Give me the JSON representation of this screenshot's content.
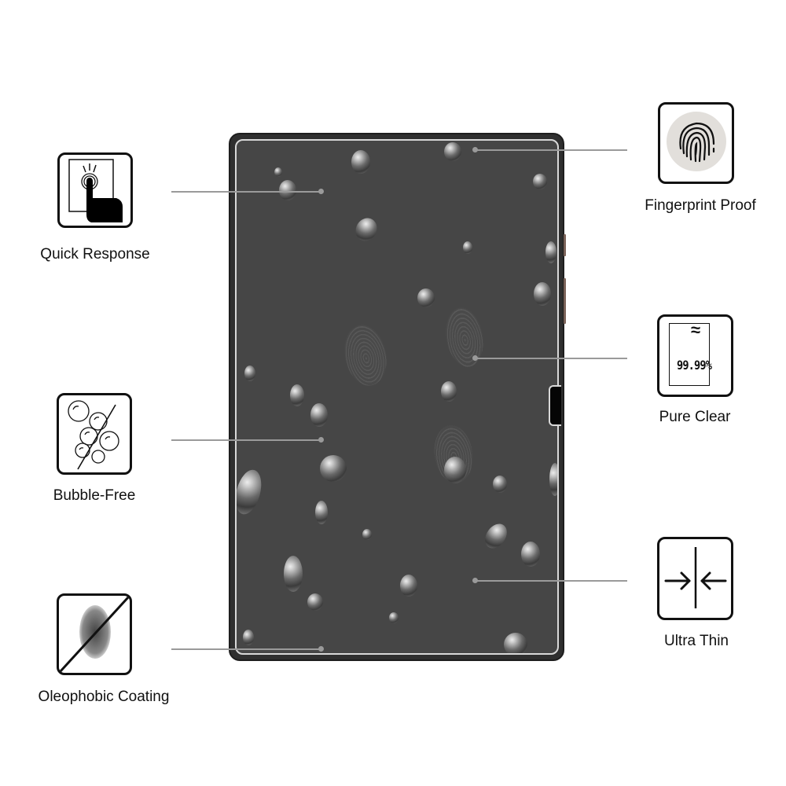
{
  "features": {
    "quick_response": {
      "label": "Quick Response",
      "icon": "touch-finger-icon"
    },
    "bubble_free": {
      "label": "Bubble-Free",
      "icon": "bubbles-crossed-icon"
    },
    "oleophobic": {
      "label": "Oleophobic Coating",
      "icon": "fingerprint-crossed-icon"
    },
    "fingerprint_proof": {
      "label": "Fingerprint Proof",
      "icon": "fingerprint-icon"
    },
    "pure_clear": {
      "label": "Pure Clear",
      "icon": "transparency-icon",
      "value": "99.99%"
    },
    "ultra_thin": {
      "label": "Ultra Thin",
      "icon": "arrows-inward-icon"
    }
  },
  "colors": {
    "leader_line": "#9a9a9a",
    "screen": "#464646",
    "bezel": "#2f2f2f",
    "icon_stroke": "#111111",
    "fingerprint_bg": "#e2dfdb"
  }
}
